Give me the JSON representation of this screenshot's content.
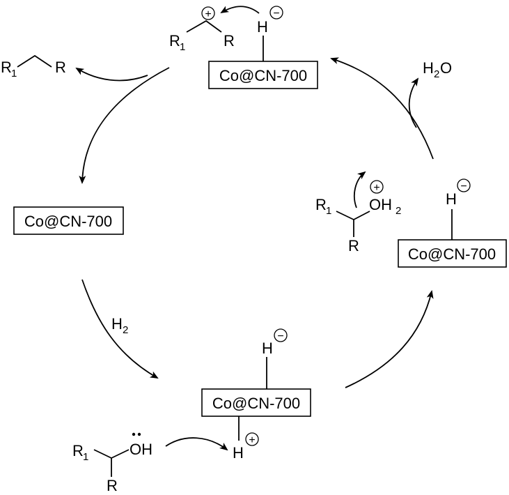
{
  "catalyst_label": "Co@CN-700",
  "atoms": {
    "h": "H",
    "r": "R",
    "r1": "R",
    "r1_sub": "1",
    "oh": "OH",
    "o": "OH",
    "h2_main": "H",
    "h2_sub": "2",
    "water_h": "H",
    "water_sub": "2",
    "water_o": "O"
  },
  "charges": {
    "plus": "+",
    "minus": "−"
  },
  "reagents": {
    "h2_label": "H",
    "h2_sub": "2"
  }
}
